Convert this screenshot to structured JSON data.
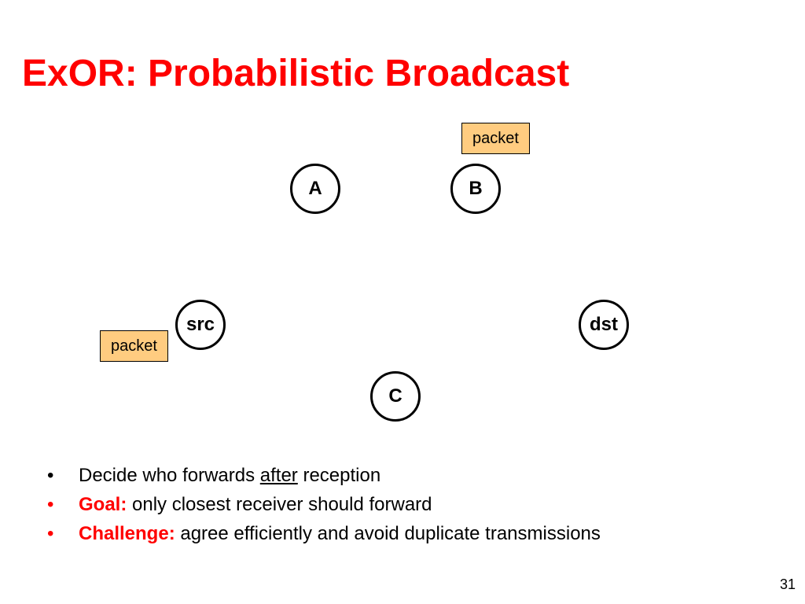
{
  "title": "ExOR: Probabilistic Broadcast",
  "diagram": {
    "nodes": [
      {
        "id": "A",
        "label": "A"
      },
      {
        "id": "B",
        "label": "B"
      },
      {
        "id": "src",
        "label": "src"
      },
      {
        "id": "dst",
        "label": "dst"
      },
      {
        "id": "C",
        "label": "C"
      }
    ],
    "packets": [
      {
        "label": "packet",
        "near": "B"
      },
      {
        "label": "packet",
        "near": "src"
      }
    ],
    "colors": {
      "packet_fill": "#ffcc80",
      "title": "#ff0000",
      "keyword": "#ff0000"
    }
  },
  "bullets": [
    {
      "pre": "Decide who forwards ",
      "underlined": "after",
      "post": " reception"
    },
    {
      "keyword": "Goal:",
      "text": " only closest receiver should forward"
    },
    {
      "keyword": "Challenge:",
      "text": " agree efficiently and avoid duplicate transmissions"
    }
  ],
  "bullet_glyph": "•",
  "page_number": "31"
}
